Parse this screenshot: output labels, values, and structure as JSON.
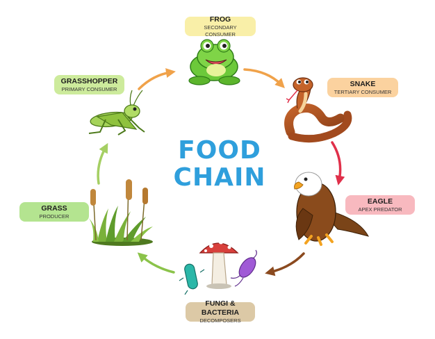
{
  "title": {
    "line1": "FOOD",
    "line2": "CHAIN"
  },
  "nodes": [
    {
      "id": "frog",
      "name": "FROG",
      "role": "SECONDARY CONSUMER",
      "color": "#f9efa8",
      "icon": "frog-icon"
    },
    {
      "id": "snake",
      "name": "SNAKE",
      "role": "TERTIARY CONSUMER",
      "color": "#fbd29f",
      "icon": "snake-icon"
    },
    {
      "id": "eagle",
      "name": "EAGLE",
      "role": "APEX PREDATOR",
      "color": "#f8b9bf",
      "icon": "eagle-icon"
    },
    {
      "id": "fungi",
      "name": "FUNGI & BACTERIA",
      "role": "DECOMPOSERS",
      "color": "#dcc9a6",
      "icon": "mushroom-bacteria-icon"
    },
    {
      "id": "grass",
      "name": "GRASS",
      "role": "PRODUCER",
      "color": "#b4e490",
      "icon": "grass-icon"
    },
    {
      "id": "grasshopper",
      "name": "GRASSHOPPER",
      "role": "PRIMARY CONSUMER",
      "color": "#cdeb9c",
      "icon": "grasshopper-icon"
    }
  ],
  "edges": [
    {
      "from": "grasshopper",
      "to": "frog",
      "color": "#f0a24a"
    },
    {
      "from": "frog",
      "to": "snake",
      "color": "#f0a24a"
    },
    {
      "from": "snake",
      "to": "eagle",
      "color": "#e0304a"
    },
    {
      "from": "eagle",
      "to": "fungi",
      "color": "#8b4a1f"
    },
    {
      "from": "fungi",
      "to": "grass",
      "color": "#8bc34a"
    },
    {
      "from": "grass",
      "to": "grasshopper",
      "color": "#a5cf63"
    }
  ],
  "colors": {
    "title": "#2f9fdc"
  }
}
